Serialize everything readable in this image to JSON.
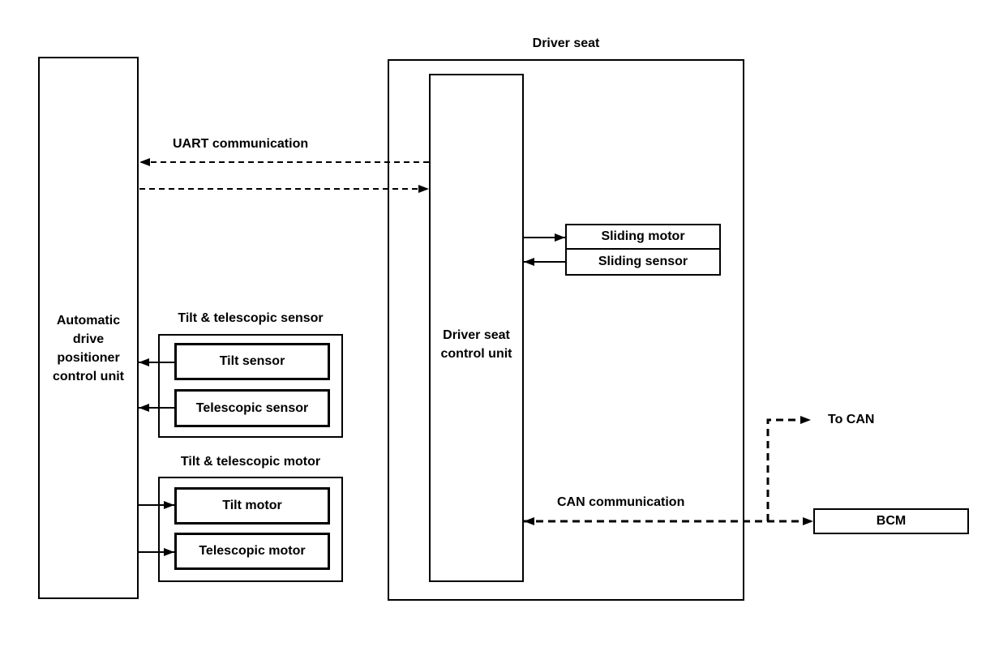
{
  "diagram": {
    "title": "Driver seat",
    "colors": {
      "line": "#000000",
      "background": "#ffffff"
    },
    "adp_unit": {
      "lines": [
        "Automatic",
        "drive",
        "positioner",
        "control unit"
      ]
    },
    "ds_control_unit": {
      "lines": [
        "Driver seat",
        "control unit"
      ]
    },
    "uart": {
      "label": "UART communication"
    },
    "sliding": {
      "motor": "Sliding motor",
      "sensor": "Sliding sensor"
    },
    "tilt_telescopic_sensor": {
      "group_label": "Tilt & telescopic sensor",
      "tilt": "Tilt sensor",
      "telescopic": "Telescopic sensor"
    },
    "tilt_telescopic_motor": {
      "group_label": "Tilt & telescopic motor",
      "tilt": "Tilt motor",
      "telescopic": "Telescopic motor"
    },
    "can": {
      "label": "CAN communication",
      "to_can": "To CAN",
      "bcm": "BCM"
    }
  }
}
